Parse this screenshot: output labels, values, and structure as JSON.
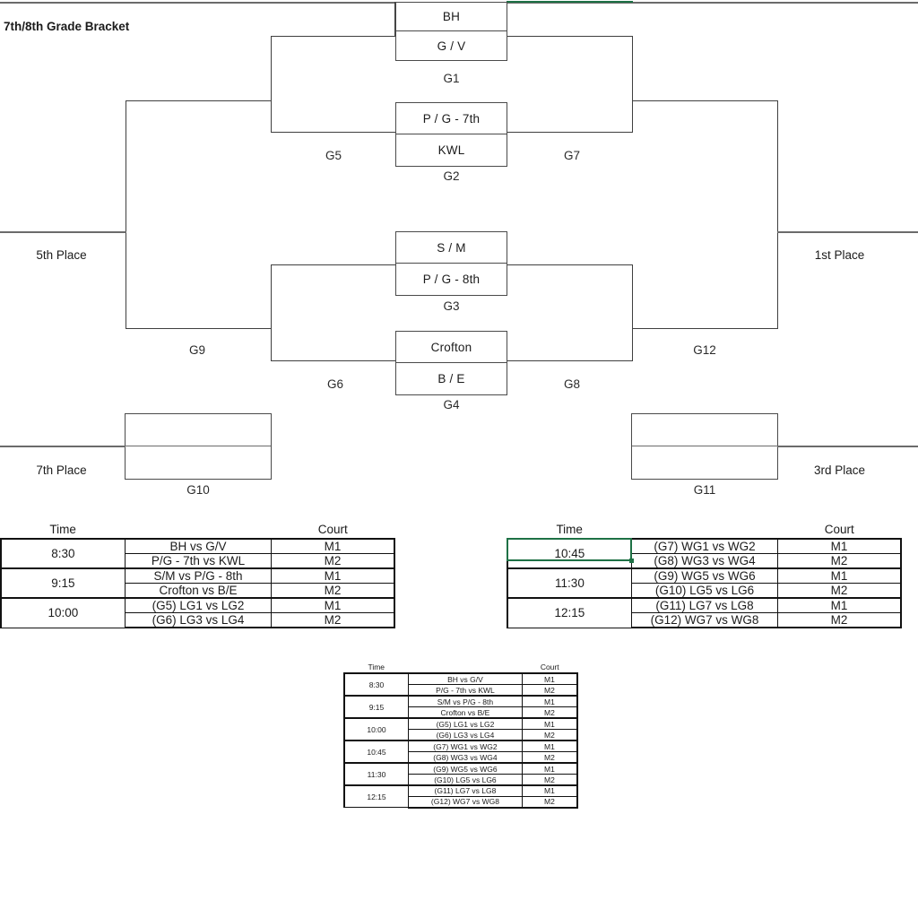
{
  "title": "7th/8th Grade Bracket",
  "bracket": {
    "matchups": [
      {
        "id": "G1",
        "teams": [
          "BH",
          "G / V"
        ]
      },
      {
        "id": "G2",
        "teams": [
          "P / G - 7th",
          "KWL"
        ]
      },
      {
        "id": "G3",
        "teams": [
          "S / M",
          "P / G - 8th"
        ]
      },
      {
        "id": "G4",
        "teams": [
          "Crofton",
          "B / E"
        ]
      }
    ],
    "game_labels": {
      "g1": "G1",
      "g2": "G2",
      "g3": "G3",
      "g4": "G4",
      "g5": "G5",
      "g6": "G6",
      "g7": "G7",
      "g8": "G8",
      "g9": "G9",
      "g10": "G10",
      "g11": "G11",
      "g12": "G12"
    },
    "placements": {
      "first": "1st Place",
      "third": "3rd Place",
      "fifth": "5th Place",
      "seventh": "7th Place"
    }
  },
  "schedule": {
    "headers": {
      "time": "Time",
      "court": "Court"
    },
    "left_table": [
      {
        "time": "8:30",
        "games": [
          "BH vs G/V",
          "P/G - 7th vs KWL"
        ],
        "courts": [
          "M1",
          "M2"
        ]
      },
      {
        "time": "9:15",
        "games": [
          "S/M vs P/G - 8th",
          "Crofton vs B/E"
        ],
        "courts": [
          "M1",
          "M2"
        ]
      },
      {
        "time": "10:00",
        "games": [
          "(G5) LG1 vs LG2",
          "(G6) LG3 vs LG4"
        ],
        "courts": [
          "M1",
          "M2"
        ]
      }
    ],
    "right_table": [
      {
        "time": "10:45",
        "games": [
          "(G7) WG1 vs WG2",
          "(G8) WG3 vs WG4"
        ],
        "courts": [
          "M1",
          "M2"
        ]
      },
      {
        "time": "11:30",
        "games": [
          "(G9) WG5 vs WG6",
          "(G10) LG5 vs LG6"
        ],
        "courts": [
          "M1",
          "M2"
        ]
      },
      {
        "time": "12:15",
        "games": [
          "(G11) LG7 vs LG8",
          "(G12) WG7 vs WG8"
        ],
        "courts": [
          "M1",
          "M2"
        ]
      }
    ],
    "bottom_table": [
      {
        "time": "8:30",
        "games": [
          "BH vs G/V",
          "P/G - 7th vs KWL"
        ],
        "courts": [
          "M1",
          "M2"
        ]
      },
      {
        "time": "9:15",
        "games": [
          "S/M vs P/G - 8th",
          "Crofton vs B/E"
        ],
        "courts": [
          "M1",
          "M2"
        ]
      },
      {
        "time": "10:00",
        "games": [
          "(G5) LG1 vs LG2",
          "(G6) LG3 vs LG4"
        ],
        "courts": [
          "M1",
          "M2"
        ]
      },
      {
        "time": "10:45",
        "games": [
          "(G7) WG1 vs WG2",
          "(G8) WG3 vs WG4"
        ],
        "courts": [
          "M1",
          "M2"
        ]
      },
      {
        "time": "11:30",
        "games": [
          "(G9) WG5 vs WG6",
          "(G10) LG5 vs LG6"
        ],
        "courts": [
          "M1",
          "M2"
        ]
      },
      {
        "time": "12:15",
        "games": [
          "(G11) LG7 vs LG8",
          "(G12) WG7 vs WG8"
        ],
        "courts": [
          "M1",
          "M2"
        ]
      }
    ]
  },
  "selection": {
    "active_cell_value": "10:45",
    "accent_color": "#1e7145"
  }
}
